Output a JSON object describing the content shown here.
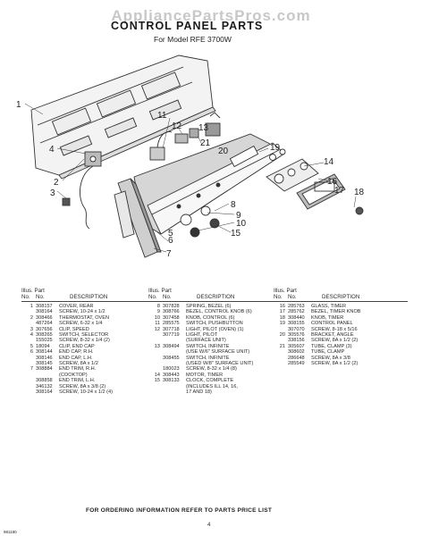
{
  "watermark": "AppliancePartsPros.com",
  "title": "CONTROL PANEL PARTS",
  "subtitle": "For Model RFE 3700W",
  "callouts": [
    "1",
    "2",
    "3",
    "4",
    "5",
    "6",
    "7",
    "8",
    "9",
    "10",
    "11",
    "12",
    "13",
    "14",
    "15",
    "16",
    "17",
    "18",
    "19",
    "20",
    "21"
  ],
  "table": {
    "header_line1": "Illus. Part",
    "header_no": "No.",
    "header_part": "No.",
    "header_desc": "DESCRIPTION",
    "columns": [
      [
        {
          "no": "1",
          "part": "308157",
          "desc": "COVER, REAR"
        },
        {
          "no": "",
          "part": "308164",
          "desc": "SCREW, 10-24 x 1/2"
        },
        {
          "no": "2",
          "part": "308466",
          "desc": "THERMOSTAT, OVEN"
        },
        {
          "no": "",
          "part": "487264",
          "desc": "SCREW, 6-32 x 1/4"
        },
        {
          "no": "3",
          "part": "307656",
          "desc": "CLIP, SPEED"
        },
        {
          "no": "4",
          "part": "308265",
          "desc": "SWITCH, SELECTOR"
        },
        {
          "no": "",
          "part": "155025",
          "desc": "SCREW, 8-32 x 1/4 (2)"
        },
        {
          "no": "5",
          "part": "18094",
          "desc": "CLIP, END CAP"
        },
        {
          "no": "6",
          "part": "308144",
          "desc": "END CAP, R.H."
        },
        {
          "no": "",
          "part": "308146",
          "desc": "END CAP, L.H."
        },
        {
          "no": "",
          "part": "308145",
          "desc": "SCREW, 8A x 1/2"
        },
        {
          "no": "7",
          "part": "308884",
          "desc": "END TRIM, R.H."
        },
        {
          "no": "",
          "part": "",
          "desc": "(COOKTOP)"
        },
        {
          "no": "",
          "part": "308858",
          "desc": "END TRIM, L.H."
        },
        {
          "no": "",
          "part": "346132",
          "desc": "SCREW, 8A x 3/8 (2)"
        },
        {
          "no": "",
          "part": "308164",
          "desc": "SCREW, 10-24 x 1/2 (4)"
        }
      ],
      [
        {
          "no": "8",
          "part": "307828",
          "desc": "SPRING, BEZEL (6)"
        },
        {
          "no": "9",
          "part": "308766",
          "desc": "BEZEL, CONTROL KNOB (6)"
        },
        {
          "no": "10",
          "part": "307458",
          "desc": "KNOB, CONTROL (6)"
        },
        {
          "no": "11",
          "part": "285575",
          "desc": "SWITCH, PUSHBUTTON"
        },
        {
          "no": "12",
          "part": "307718",
          "desc": "LIGHT, PILOT (OVEN) (1)"
        },
        {
          "no": "",
          "part": "307719",
          "desc": "LIGHT, PILOT"
        },
        {
          "no": "",
          "part": "",
          "desc": "(SURFACE UNIT)"
        },
        {
          "no": "13",
          "part": "308494",
          "desc": "SWITCH, INFINITE"
        },
        {
          "no": "",
          "part": "",
          "desc": "(USE W/6\" SURFACE UNIT)"
        },
        {
          "no": "",
          "part": "308455",
          "desc": "SWITCH, INFINITE"
        },
        {
          "no": "",
          "part": "",
          "desc": "(USED W/8\" SURFACE UNIT)"
        },
        {
          "no": "",
          "part": "180023",
          "desc": "SCREW, 8-32 x 1/4 (8)"
        },
        {
          "no": "14",
          "part": "308443",
          "desc": "MOTOR, TIMER"
        },
        {
          "no": "15",
          "part": "308133",
          "desc": "CLOCK, COMPLETE"
        },
        {
          "no": "",
          "part": "",
          "desc": "(INCLUDES ILL 14, 16,"
        },
        {
          "no": "",
          "part": "",
          "desc": "17 AND 18)"
        }
      ],
      [
        {
          "no": "16",
          "part": "285763",
          "desc": "GLASS, TIMER"
        },
        {
          "no": "17",
          "part": "285762",
          "desc": "BEZEL, TIMER KNOB"
        },
        {
          "no": "18",
          "part": "308440",
          "desc": "KNOB, TIMER"
        },
        {
          "no": "19",
          "part": "308155",
          "desc": "CONTROL PANEL"
        },
        {
          "no": "",
          "part": "307070",
          "desc": "SCREW, 8-18 x 5/16"
        },
        {
          "no": "20",
          "part": "305576",
          "desc": "BRACKET, ANGLE"
        },
        {
          "no": "",
          "part": "338156",
          "desc": "SCREW, 8A x 1/2 (2)"
        },
        {
          "no": "21",
          "part": "305607",
          "desc": "TUBE, CLAMP (3)"
        },
        {
          "no": "",
          "part": "308602",
          "desc": "TUBE, CLAMP"
        },
        {
          "no": "",
          "part": "286648",
          "desc": "SCREW, 8A x 3/8"
        },
        {
          "no": "",
          "part": "285549",
          "desc": "SCREW, 8A x 1/2 (2)"
        }
      ]
    ]
  },
  "footer": "FOR ORDERING INFORMATION REFER TO PARTS PRICE LIST",
  "page_number": "4",
  "doc_code": "981180"
}
